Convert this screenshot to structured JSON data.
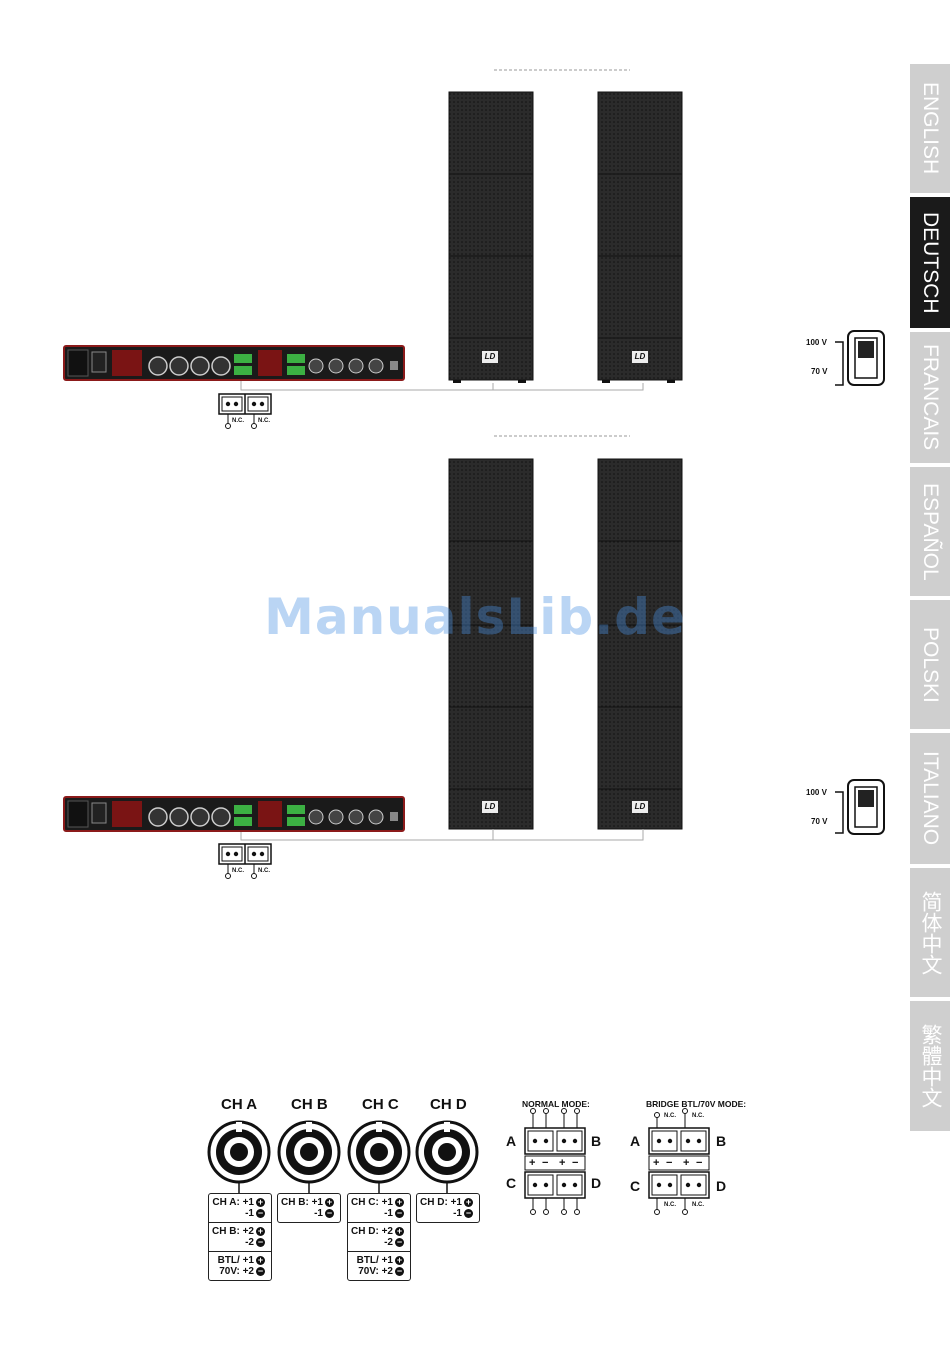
{
  "tabs": [
    {
      "label": "ENGLISH",
      "active": false
    },
    {
      "label": "DEUTSCH",
      "active": true
    },
    {
      "label": "FRANCAIS",
      "active": false
    },
    {
      "label": "ESPAÑOL",
      "active": false
    },
    {
      "label": "POLSKI",
      "active": false
    },
    {
      "label": "ITALIANO",
      "active": false
    },
    {
      "label": "简体中文",
      "active": false
    },
    {
      "label": "繁體中文",
      "active": false
    }
  ],
  "watermark": "ManualsLib.de",
  "speaker_logo": "LD",
  "terminal_labels": {
    "nc": "N.C."
  },
  "voltage_switch": {
    "high": "100 V",
    "low": "70 V"
  },
  "connectors": [
    {
      "title": "CH A",
      "lines": [
        [
          "CH A:",
          "+1",
          "-1"
        ],
        [
          "CH B:",
          "+2",
          "-2"
        ],
        [
          "BTL/",
          "+1"
        ],
        [
          "70V:",
          "+2"
        ]
      ]
    },
    {
      "title": "CH B",
      "lines": [
        [
          "CH B:",
          "+1",
          "-1"
        ]
      ]
    },
    {
      "title": "CH C",
      "lines": [
        [
          "CH C:",
          "+1",
          "-1"
        ],
        [
          "CH D:",
          "+2",
          "-2"
        ],
        [
          "BTL/",
          "+1"
        ],
        [
          "70V:",
          "+2"
        ]
      ]
    },
    {
      "title": "CH D",
      "lines": [
        [
          "CH D:",
          "+1",
          "-1"
        ]
      ]
    }
  ],
  "normal_mode": {
    "title": "NORMAL MODE:",
    "letters": [
      "A",
      "B",
      "C",
      "D"
    ],
    "signs": [
      "+",
      "−",
      "+",
      "−"
    ]
  },
  "bridge_mode": {
    "title": "BRIDGE BTL/70V MODE:",
    "letters": [
      "A",
      "B",
      "C",
      "D"
    ],
    "signs": [
      "+",
      "−",
      "+",
      "−"
    ],
    "nc": "N.C."
  }
}
